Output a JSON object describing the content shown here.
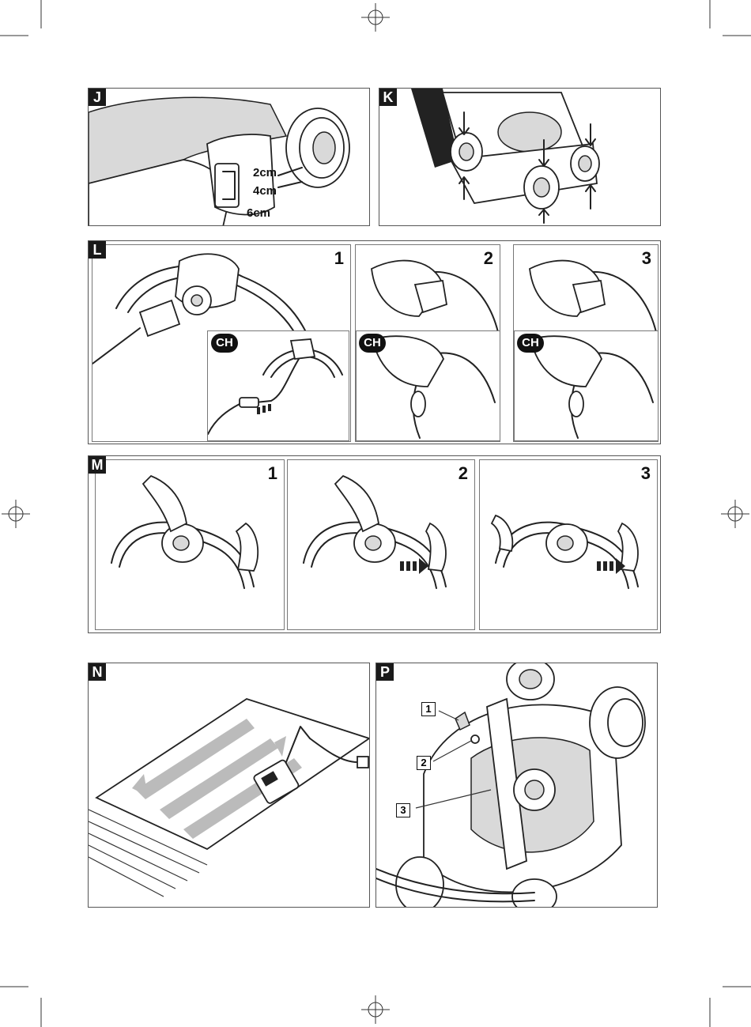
{
  "panels": {
    "j": {
      "label": "J",
      "dims": [
        "2cm",
        "4cm",
        "6cm"
      ]
    },
    "k": {
      "label": "K"
    },
    "l": {
      "label": "L",
      "steps": [
        "1",
        "2",
        "3"
      ],
      "ch": "CH"
    },
    "m": {
      "label": "M",
      "steps": [
        "1",
        "2",
        "3"
      ]
    },
    "n": {
      "label": "N"
    },
    "p": {
      "label": "P",
      "callouts": [
        "1",
        "2",
        "3"
      ]
    }
  }
}
